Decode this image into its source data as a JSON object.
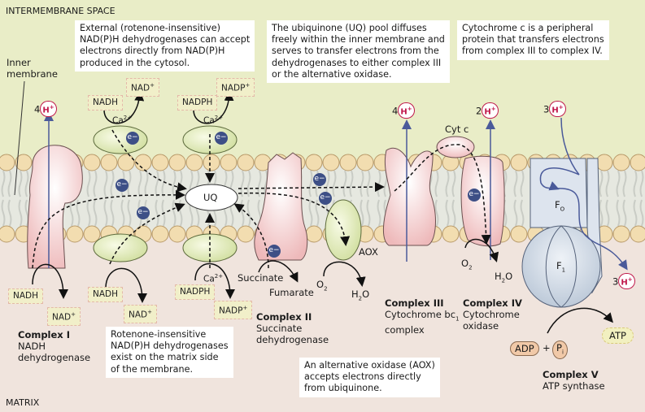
{
  "regions": {
    "top": "INTERMEMBRANE SPACE",
    "bottom": "MATRIX",
    "membrane_label_line1": "Inner",
    "membrane_label_line2": "membrane"
  },
  "notes": {
    "external_dehydrogenases": [
      "External (rotenone-insensitive)",
      "NAD(P)H dehydrogenases can accept",
      "electrons directly from NAD(P)H",
      "produced in the cytosol."
    ],
    "ubiquinone_pool": [
      "The ubiquinone (UQ) pool diffuses",
      "freely within the inner membrane and",
      "serves to transfer electrons from the",
      "dehydrogenases to either complex III",
      "or the alternative oxidase."
    ],
    "cytochrome_c": [
      "Cytochrome c is a peripheral",
      "protein that transfers electrons",
      "from complex III to complex IV."
    ],
    "internal_dehydrogenases": [
      "Rotenone-insensitive",
      "NAD(P)H dehydrogenases",
      "exist on the matrix side",
      "of the membrane."
    ],
    "alternative_oxidase": [
      "An alternative oxidase (AOX)",
      "accepts electrons directly",
      "from ubiquinone."
    ]
  },
  "molecules": {
    "nadh": "NADH",
    "nad_plus": "NAD",
    "nadph": "NADPH",
    "nadp_plus": "NADP",
    "plus_sign": "+",
    "calcium": "Ca",
    "calcium_charge": "2+",
    "uq": "UQ",
    "electron": "e",
    "proton": "H",
    "succinate": "Succinate",
    "fumarate": "Fumarate",
    "oxygen": "O",
    "oxygen_sub": "2",
    "water_h": "H",
    "water_sub": "2",
    "water_o": "O",
    "cyt_c": "Cyt c",
    "aox": "AOX",
    "fo": "F",
    "fo_sub": "O",
    "f1": "F",
    "f1_sub": "1",
    "adp": "ADP",
    "pi": "P",
    "pi_sub": "i",
    "atp": "ATP"
  },
  "proton_counts": {
    "complex_i": "4",
    "complex_iii": "4",
    "complex_iv": "2",
    "complex_v_in": "3",
    "complex_v_out": "3"
  },
  "complexes": [
    {
      "name": "Complex I",
      "desc1": "NADH",
      "desc2": "dehydrogenase"
    },
    {
      "name": "Complex II",
      "desc1": "Succinate",
      "desc2": "dehydrogenase"
    },
    {
      "name": "Complex III",
      "desc1": "Cytochrome bc",
      "desc1_sub": "1",
      "desc2": "complex"
    },
    {
      "name": "Complex IV",
      "desc1": "Cytochrome",
      "desc2": "oxidase"
    },
    {
      "name": "Complex V",
      "desc1": "ATP synthase"
    }
  ],
  "colors": {
    "intermembrane": "#e9edc7",
    "matrix": "#f0e4dd",
    "lipid_head": "#f2ddb0",
    "complex_pink": "#f2c9c9",
    "dehydrogenase_green": "#d6e3a8",
    "atp_synthase_blue": "#cdd8e6",
    "proton_arrow": "#4a5a9a",
    "electron_dot": "#3d4f86",
    "proton_text": "#c0174a"
  }
}
